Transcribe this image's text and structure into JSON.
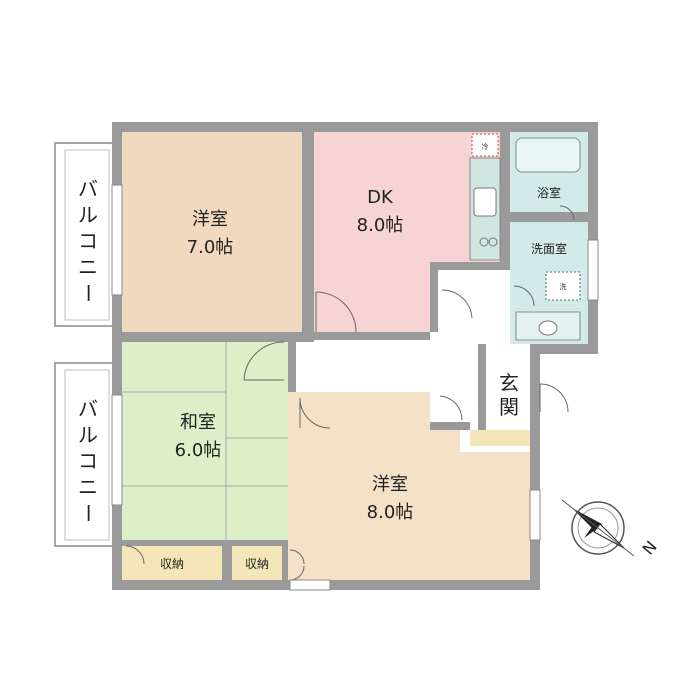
{
  "rooms": {
    "western_top": {
      "name": "洋室",
      "size": "7.0帖"
    },
    "dk": {
      "name": "DK",
      "size": "8.0帖"
    },
    "bath": {
      "name": "浴室"
    },
    "washroom": {
      "name": "洗面室"
    },
    "japanese": {
      "name": "和室",
      "size": "6.0帖"
    },
    "western_bottom": {
      "name": "洋室",
      "size": "8.0帖"
    },
    "entrance": {
      "name": "玄関"
    },
    "storage_left": {
      "name": "収納"
    },
    "storage_right": {
      "name": "収納"
    }
  },
  "balconies": [
    {
      "chars": [
        "バ",
        "ル",
        "コ",
        "ニ",
        "ー"
      ]
    },
    {
      "chars": [
        "バ",
        "ル",
        "コ",
        "ニ",
        "ー"
      ]
    }
  ],
  "fixtures": {
    "fridge_mark": "冷",
    "washer_mark": "洗"
  },
  "compass": {
    "north_label": "N"
  },
  "colors": {
    "wall": "#9a9a9a",
    "western_top": "#f1d9bf",
    "dk": "#f7d4d4",
    "wet": "#d3ebe8",
    "japanese": "#dcefc8",
    "western_bottom": "#f4e1c8",
    "storage": "#f4e6b8"
  }
}
